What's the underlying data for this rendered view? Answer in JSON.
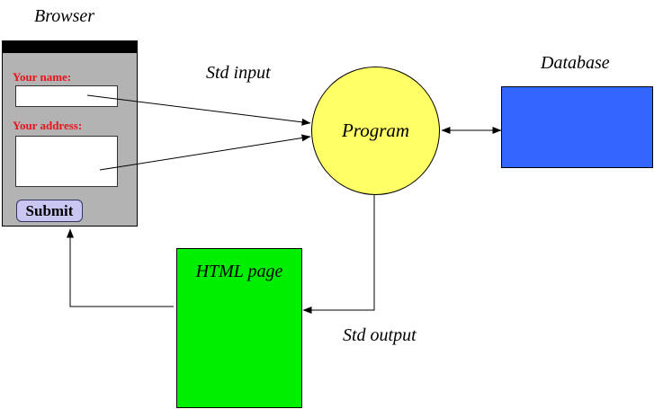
{
  "browser": {
    "caption": "Browser",
    "name_label": "Your name:",
    "name_value": "",
    "address_label": "Your address:",
    "address_value": "",
    "submit_label": "Submit"
  },
  "program": {
    "label": "Program"
  },
  "database": {
    "caption": "Database"
  },
  "html_page": {
    "label": "HTML page"
  },
  "edges": {
    "std_input": "Std input",
    "std_output": "Std output"
  },
  "colors": {
    "browser_bg": "#b3b3b3",
    "label_red": "#e8141c",
    "submit_bg": "#c9c6f2",
    "program_fill": "#ffff66",
    "database_fill": "#3366ff",
    "html_page_fill": "#00ee00"
  }
}
